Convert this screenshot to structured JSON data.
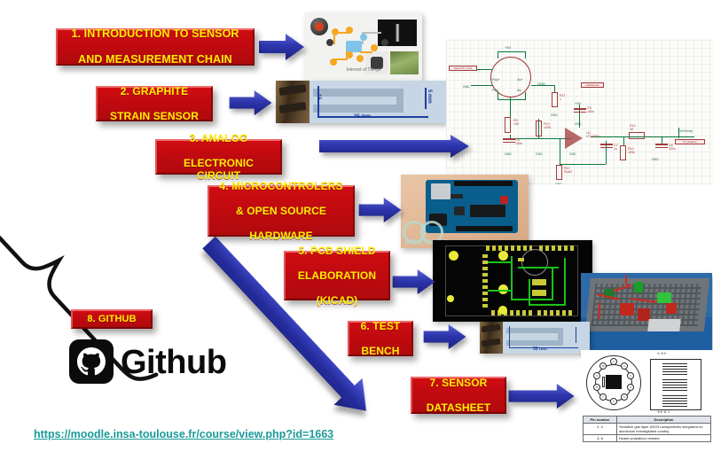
{
  "slide": {
    "background_color": "#ffffff",
    "box_color": "#c00a0f",
    "box_text_color": "#ffef00",
    "arrow_color": "#2b38a8",
    "link_color": "#1a9a9a"
  },
  "topics": [
    {
      "id": "intro",
      "lines": [
        "1. INTRODUCTION TO SENSOR",
        "AND MEASUREMENT CHAIN"
      ]
    },
    {
      "id": "graphite",
      "lines": [
        "2. GRAPHITE",
        "STRAIN SENSOR"
      ]
    },
    {
      "id": "analog",
      "lines": [
        "3. ANALOG",
        "ELECTRONIC CIRCUIT"
      ]
    },
    {
      "id": "micro",
      "lines": [
        "4. MICROCONTROLERS",
        "& OPEN SOURCE",
        "HARDWARE"
      ]
    },
    {
      "id": "pcb",
      "lines": [
        "5. PCB SHIELD",
        "ELABORATION",
        "(KICAD)"
      ]
    },
    {
      "id": "testbench",
      "lines": [
        "6. TEST",
        "BENCH"
      ]
    },
    {
      "id": "datasheet",
      "lines": [
        "7. SENSOR",
        "DATASHEET"
      ]
    },
    {
      "id": "github",
      "lines": [
        "8. GITHUB"
      ]
    }
  ],
  "github": {
    "wordmark": "Github",
    "logo_icon": "github-octocat-icon"
  },
  "link": {
    "url_text": "https://moodle.insa-toulouse.fr/course/view.php?id=1663"
  },
  "arrows": [
    {
      "id": "arrow-intro",
      "icon": "right-arrow-icon"
    },
    {
      "id": "arrow-graphite",
      "icon": "right-arrow-icon"
    },
    {
      "id": "arrow-analog",
      "icon": "right-arrow-icon"
    },
    {
      "id": "arrow-micro",
      "icon": "right-arrow-icon"
    },
    {
      "id": "arrow-pcb",
      "icon": "right-arrow-icon"
    },
    {
      "id": "arrow-testbench",
      "icon": "right-arrow-icon"
    },
    {
      "id": "arrow-datasheet",
      "icon": "right-arrow-icon"
    },
    {
      "id": "arrow-main",
      "icon": "diagonal-arrow-icon"
    }
  ],
  "images": {
    "iot": {
      "caption": "Internet of Things"
    },
    "strain_sensor": {
      "dim_width": "35 mm",
      "dim_height": "5 mm",
      "dim_inner": "15"
    },
    "schematic": {
      "net_labels": [
        "+5V",
        "+9V",
        "GND",
        "GasSensor",
        "GetTemp",
        "A0",
        "IN_Arduino",
        "SensorTr_Cmd"
      ],
      "components": [
        {
          "ref": "R9",
          "value": "10K"
        },
        {
          "ref": "R10",
          "value": "100K"
        },
        {
          "ref": "R11",
          "value": "1"
        },
        {
          "ref": "R12",
          "value": "Rval2"
        },
        {
          "ref": "R13",
          "value": "100k"
        },
        {
          "ref": "R14",
          "value": "1K"
        },
        {
          "ref": "C5",
          "value": "100n"
        },
        {
          "ref": "C6",
          "value": "100n"
        },
        {
          "ref": "C7",
          "value": "1u"
        },
        {
          "ref": "C8",
          "value": "100n"
        },
        {
          "ref": "U4",
          "value": "LTC1050"
        }
      ]
    },
    "arduino": {
      "watermark": "ARDUINO",
      "board_label": "UNO"
    },
    "datasheet": {
      "table_headers": [
        "Pin number",
        "Description"
      ],
      "table_rows": [
        {
          "pin": "2, 4",
          "description": "Sensitive gas layer (WO3 nanoparticles integrated on aluminium interdigitated combs)"
        },
        {
          "pin": "3, 8",
          "description": "Heater polysilicon resistor"
        }
      ],
      "pin_numbers": [
        "1",
        "2",
        "3",
        "4",
        "5",
        "6",
        "7",
        "8",
        "9",
        "10"
      ]
    }
  }
}
